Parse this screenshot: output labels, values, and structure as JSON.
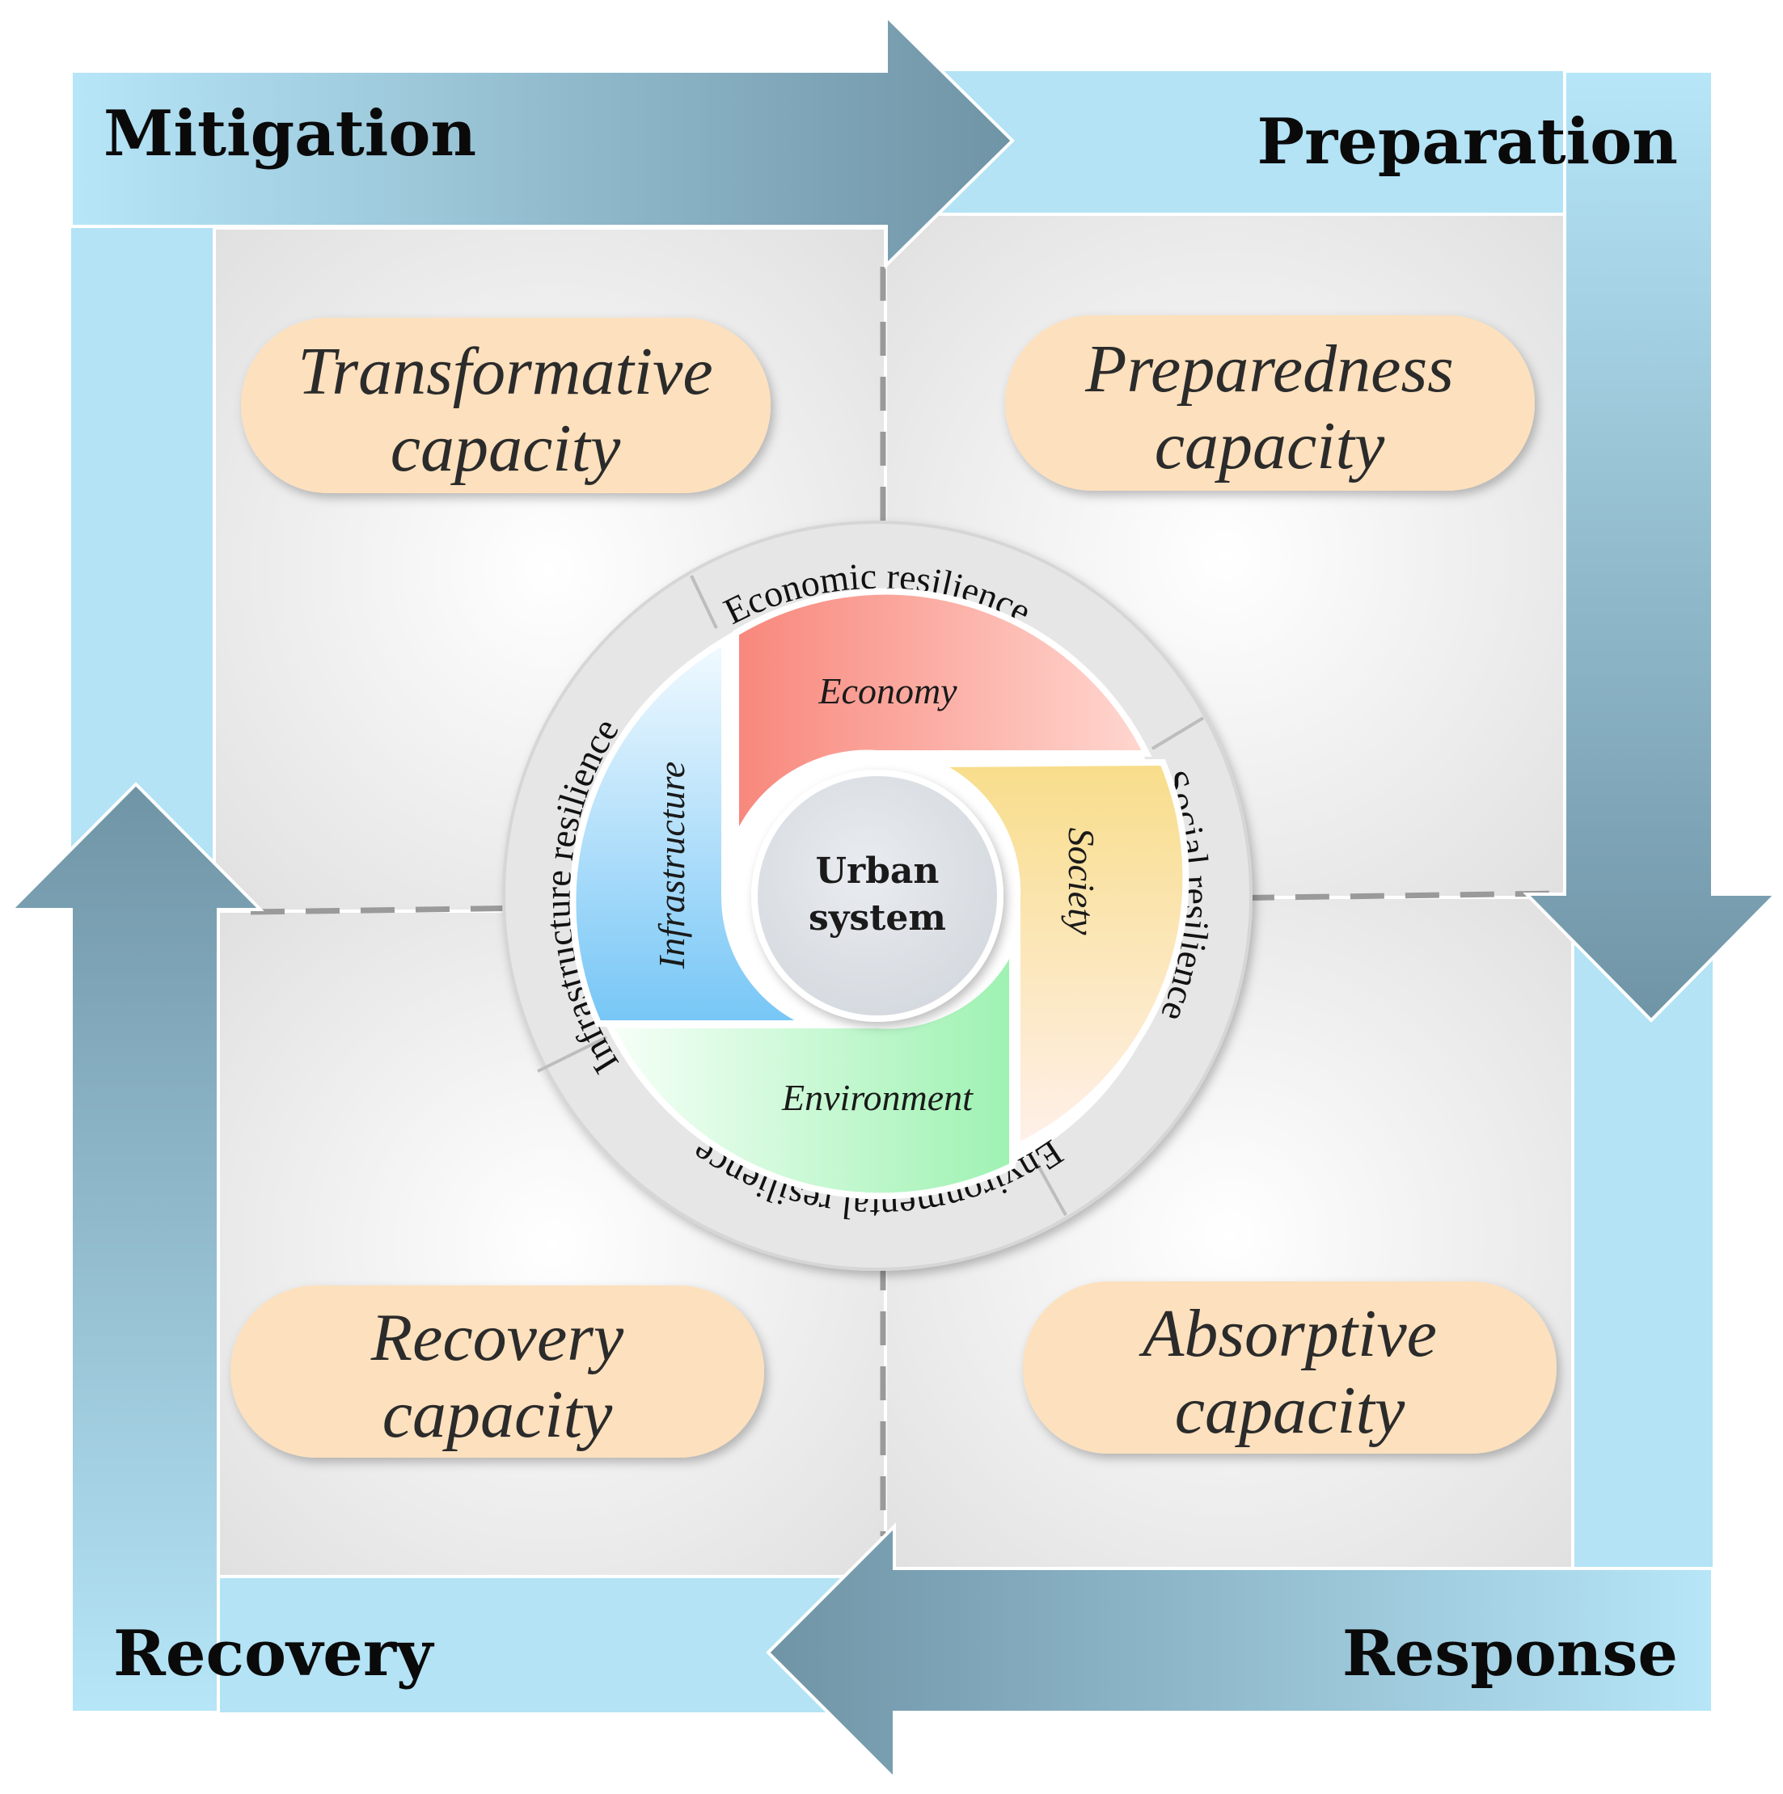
{
  "phases": {
    "mitigation": "Mitigation",
    "preparation": "Preparation",
    "response": "Response",
    "recovery": "Recovery"
  },
  "capacities": {
    "transformative": [
      "Transformative",
      "capacity"
    ],
    "preparedness": [
      "Preparedness",
      "capacity"
    ],
    "recovery": [
      "Recovery",
      "capacity"
    ],
    "absorptive": [
      "Absorptive",
      "capacity"
    ]
  },
  "dimensions": {
    "economy": "Economy",
    "society": "Society",
    "environment": "Environment",
    "infrastructure": "Infrastructure"
  },
  "resilience": {
    "economic": "Economic resilience",
    "social": "Social resilience",
    "environmental": "Environmental resilience",
    "infrastructure": "Infrastructure resilience"
  },
  "core": [
    "Urban",
    "system"
  ],
  "colors": {
    "arrow_light": "#b8e6f7",
    "arrow_dark": "#6e93a5",
    "capsule": "#fde0bd",
    "economy": "#f8877c",
    "society": "#f8dd8a",
    "environment": "#a6f3b8",
    "infrastructure": "#7cc8f6"
  }
}
